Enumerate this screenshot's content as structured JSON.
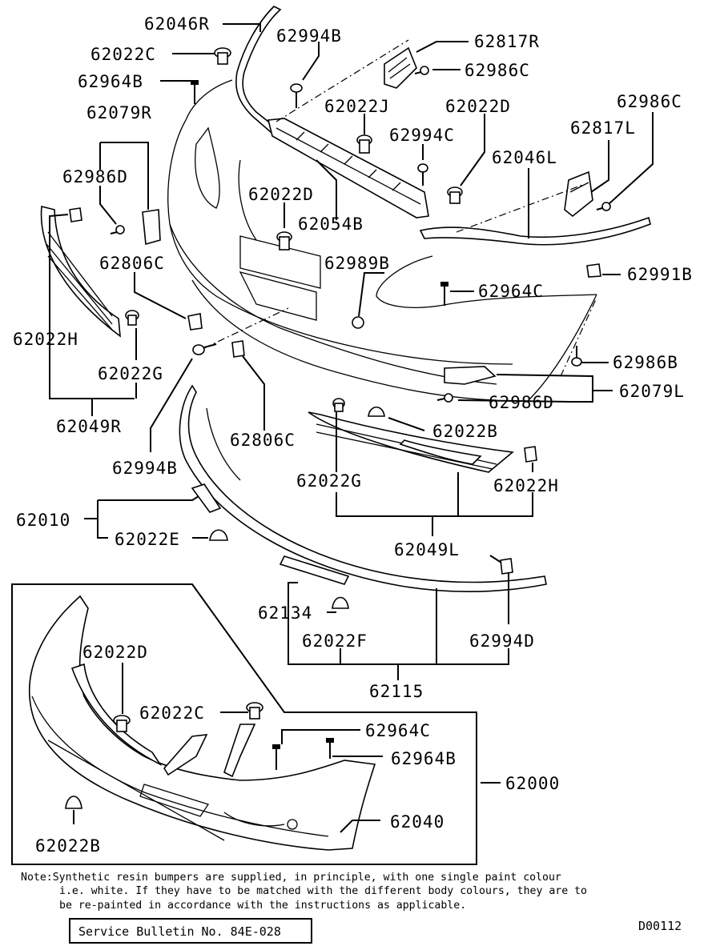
{
  "labels": {
    "p62046R": "62046R",
    "p62994B_top": "62994B",
    "p62817R": "62817R",
    "p62022C_top": "62022C",
    "p62986C_top": "62986C",
    "p62964B_top": "62964B",
    "p62022J": "62022J",
    "p62022D_top": "62022D",
    "p62986C_right": "62986C",
    "p62079R": "62079R",
    "p62994C": "62994C",
    "p62817L": "62817L",
    "p62986D_left": "62986D",
    "p62046L": "62046L",
    "p62022D_mid": "62022D",
    "p62054B": "62054B",
    "p62806C_top": "62806C",
    "p62989B": "62989B",
    "p62991B": "62991B",
    "p62964C_mid": "62964C",
    "p62022H_left": "62022H",
    "p62986B": "62986B",
    "p62022G_left": "62022G",
    "p62986D_right": "62986D",
    "p62079L": "62079L",
    "p62049R": "62049R",
    "p62806C_mid": "62806C",
    "p62022B_mid": "62022B",
    "p62994B_mid": "62994B",
    "p62022G_mid": "62022G",
    "p62022H_right": "62022H",
    "p62010": "62010",
    "p62022E": "62022E",
    "p62049L": "62049L",
    "p62134": "62134",
    "p62022F": "62022F",
    "p62994D": "62994D",
    "p62115": "62115",
    "p62022D_box": "62022D",
    "p62022C_box": "62022C",
    "p62964C_box": "62964C",
    "p62964B_box": "62964B",
    "p62000": "62000",
    "p62040": "62040",
    "p62022B_box": "62022B"
  },
  "note": {
    "line1": "Note:Synthetic resin bumpers are supplied, in principle, with one single paint colour",
    "line2": "i.e. white. If they have to be matched with the different body colours, they are to",
    "line3": "be re-painted in accordance with the instructions as applicable."
  },
  "service_bulletin": "Service Bulletin No. 84E-028",
  "figure_code": "D00112"
}
